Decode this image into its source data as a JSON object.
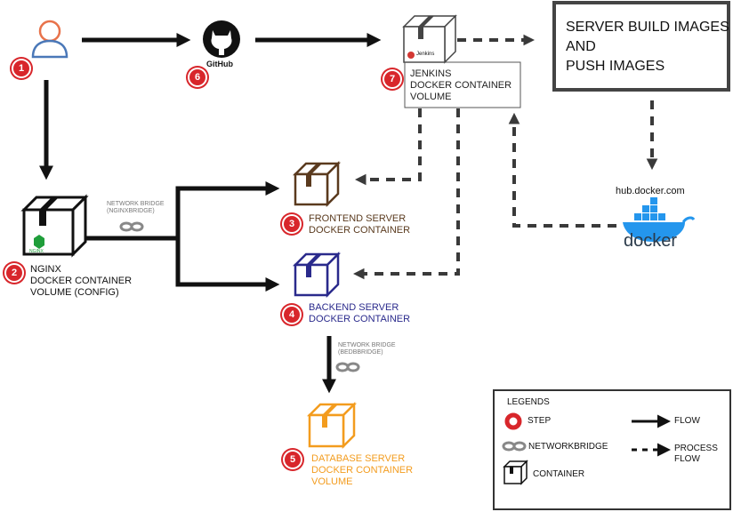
{
  "nodes": {
    "user": {
      "step": "1"
    },
    "github": {
      "label": "GitHub",
      "step": "6"
    },
    "jenkins": {
      "lines": [
        "JENKINS",
        "DOCKER CONTAINER",
        "VOLUME"
      ],
      "step": "7",
      "logo_text": "Jenkins"
    },
    "server_build": {
      "lines": [
        "SERVER BUILD IMAGES",
        "AND",
        "PUSH IMAGES"
      ]
    },
    "dockerhub": {
      "url": "hub.docker.com",
      "logo_text": "docker"
    },
    "nginx": {
      "lines": [
        "NGINX",
        "DOCKER CONTAINER",
        "VOLUME (CONFIG)"
      ],
      "step": "2",
      "logo_text": "NGINX"
    },
    "frontend": {
      "lines": [
        "FRONTEND SERVER",
        "DOCKER CONTAINER"
      ],
      "step": "3"
    },
    "backend": {
      "lines": [
        "BACKEND SERVER",
        "DOCKER CONTAINER"
      ],
      "step": "4"
    },
    "database": {
      "lines": [
        "DATABASE SERVER",
        "DOCKER CONTAINER",
        "VOLUME"
      ],
      "step": "5"
    }
  },
  "bridges": {
    "nginx": {
      "lines": [
        "NETWORK BRIDGE",
        "(NGINXBRIDGE)"
      ]
    },
    "backend": {
      "lines": [
        "NETWORK BRIDGE",
        "(BEDBBRIDGE)"
      ]
    }
  },
  "legend": {
    "title": "LEGENDS",
    "step": "STEP",
    "networkbridge": "NETWORKBRIDGE",
    "container": "CONTAINER",
    "flow": "FLOW",
    "process_flow": [
      "PROCESS",
      "FLOW"
    ]
  },
  "colors": {
    "step": "#d8262b",
    "frontend": "#5a3a1e",
    "backend": "#2a2a8c",
    "database": "#f39c1e",
    "docker": "#2496ed",
    "nginx": "#1f9e3a",
    "user": "#4a78b8",
    "user_head": "#e8724a"
  }
}
